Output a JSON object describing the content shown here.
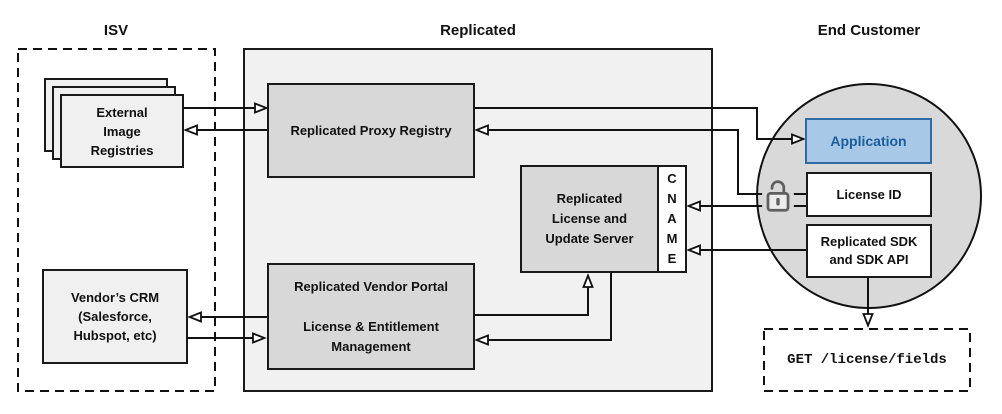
{
  "titles": {
    "isv": "ISV",
    "replicated": "Replicated",
    "end_customer": "End Customer"
  },
  "nodes": {
    "external_image_registries": {
      "label": "External\nImage\nRegistries"
    },
    "vendors_crm": {
      "label": "Vendor’s CRM\n(Salesforce,\nHubspot, etc)"
    },
    "proxy_registry": {
      "label": "Replicated Proxy Registry"
    },
    "license_update_server": {
      "label": "Replicated\nLicense and\nUpdate Server"
    },
    "cname": {
      "label": "C\nN\nA\nM\nE"
    },
    "vendor_portal": {
      "label": "Replicated Vendor Portal\n\nLicense & Entitlement\nManagement"
    },
    "application": {
      "label": "Application"
    },
    "license_id": {
      "label": "License ID"
    },
    "replicated_sdk": {
      "label": "Replicated SDK\nand SDK API"
    },
    "get_endpoint": {
      "label": "GET /license/fields"
    }
  },
  "icons": {
    "lock": "unlocked-padlock-icon"
  },
  "colors": {
    "container_fill": "#f1f1f1",
    "node_fill_gray": "#d8d8d8",
    "node_fill_light": "#f0f0f0",
    "circle_fill": "#d9d9d9",
    "application_fill": "#a8c8e8",
    "application_border": "#2e6da4",
    "application_text": "#1b5e9b",
    "line_color": "#111111"
  },
  "edges": [
    {
      "from": "external-image-registries",
      "to": "replicated-proxy-registry"
    },
    {
      "from": "replicated-proxy-registry",
      "to": "external-image-registries"
    },
    {
      "from": "replicated-proxy-registry",
      "to": "application"
    },
    {
      "from": "license-id",
      "to": "replicated-proxy-registry"
    },
    {
      "from": "license-id",
      "to": "cname"
    },
    {
      "from": "replicated-sdk",
      "to": "cname"
    },
    {
      "from": "replicated-sdk",
      "to": "get-license-fields"
    },
    {
      "from": "vendor-portal",
      "to": "license-update-server"
    },
    {
      "from": "license-update-server",
      "to": "vendor-portal"
    },
    {
      "from": "vendor-portal",
      "to": "vendors-crm"
    },
    {
      "from": "vendors-crm",
      "to": "vendor-portal"
    }
  ]
}
